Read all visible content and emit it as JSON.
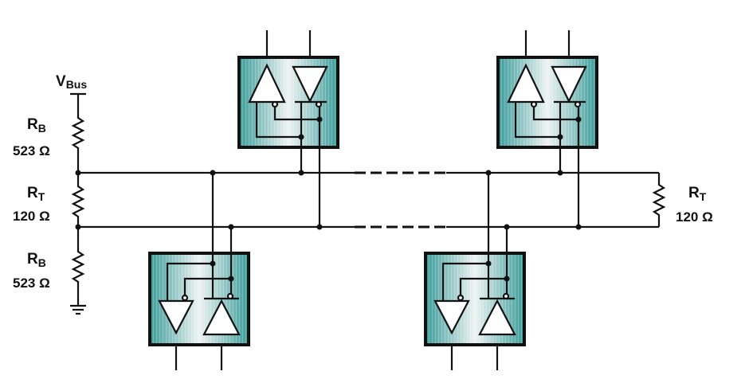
{
  "left_network": {
    "vbus": {
      "main": "V",
      "sub": "Bus"
    },
    "rb_top": {
      "main": "R",
      "sub": "B",
      "value": "523 Ω"
    },
    "rt": {
      "main": "R",
      "sub": "T",
      "value": "120 Ω"
    },
    "rb_bottom": {
      "main": "R",
      "sub": "B",
      "value": "523 Ω"
    }
  },
  "right_termination": {
    "main": "R",
    "sub": "T",
    "value": "120 Ω"
  },
  "colors": {
    "box_edge": "#3a9c9a",
    "box_center": "#eef3f3"
  }
}
